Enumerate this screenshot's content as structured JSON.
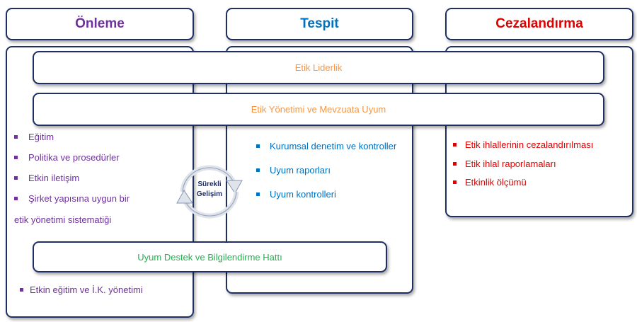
{
  "colors": {
    "border": "#1f2f63",
    "prevention": "#7030a0",
    "detection": "#0070c0",
    "sanction": "#e00000",
    "band_orange": "#f79646",
    "band_green": "#22b14c"
  },
  "columns": {
    "prevention": {
      "title": "Önleme",
      "items": [
        "Eğitim",
        "Politika ve prosedürler",
        "Etkin iletişim",
        "Şirket yapısına uygun bir",
        "etik yönetimi sistematiği"
      ],
      "extra_item": "Etkin eğitim ve İ.K. yönetimi"
    },
    "detection": {
      "title": "Tespit",
      "items": [
        "Kurumsal denetim ve kontroller",
        "Uyum raporları",
        "Uyum kontrolleri"
      ]
    },
    "sanction": {
      "title": "Cezalandırma",
      "items": [
        "Etik ihlallerinin cezalandırılması",
        "Etik ihlal raporlamaları",
        "Etkinlik ölçümü"
      ]
    }
  },
  "bands": {
    "ethical_leadership": "Etik Liderlik",
    "ethics_management": "Etik Yönetimi ve Mevzuata Uyum",
    "hotline": "Uyum Destek ve Bilgilendirme Hattı"
  },
  "cycle": {
    "line1": "Sürekli",
    "line2": "Gelişim",
    "icon": "circular-arrows-icon"
  }
}
